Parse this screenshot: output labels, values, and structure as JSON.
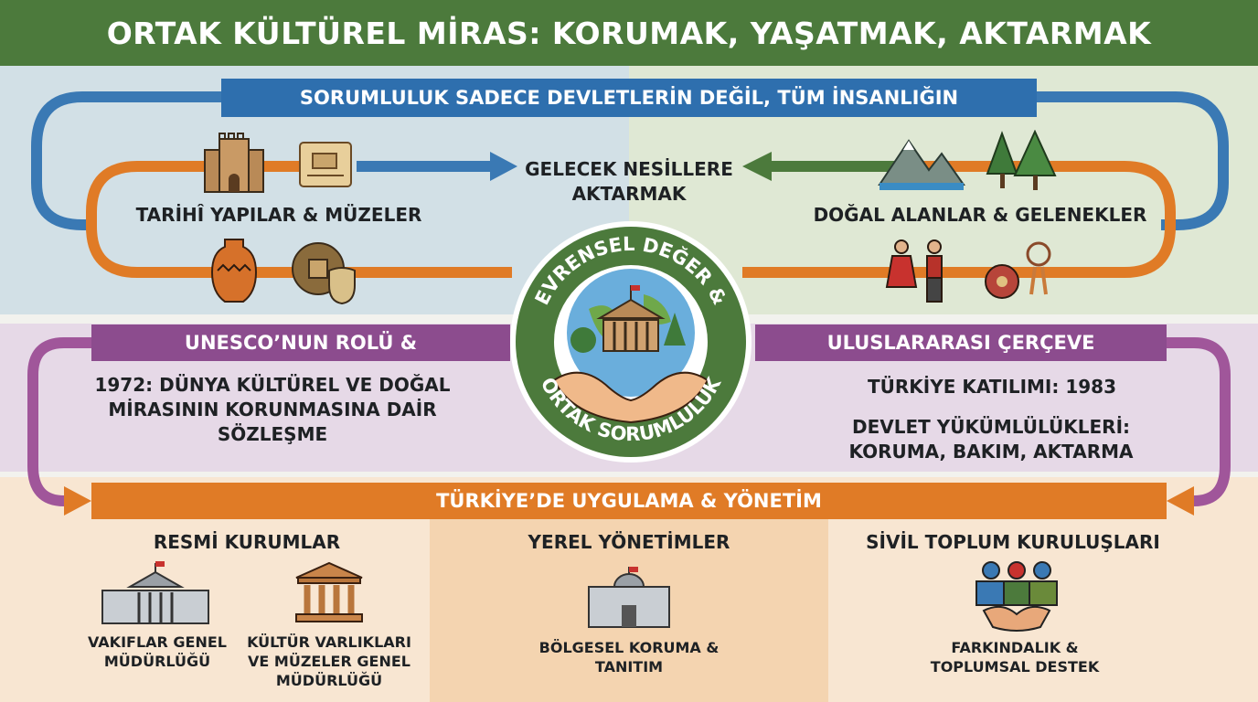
{
  "title": "ORTAK KÜLTÜREL MİRAS: KORUMAK, YAŞATMAK, AKTARMAK",
  "top_banner": "SORUMLULUK SADECE DEVLETLERİN DEĞİL, TÜM İNSANLIĞIN",
  "center_top": "GELECEK NESİLLERE AKTARMAK",
  "left_top_label": "TARİHÎ YAPILAR & MÜZELER",
  "right_top_label": "DOĞAL ALANLAR & GELENEKLER",
  "emblem": {
    "top_text": "EVRENSEL DEĞER &",
    "bottom_text": "ORTAK SORUMLULUK"
  },
  "unesco": {
    "banner": "UNESCO’NUN ROLÜ &",
    "text": "1972: DÜNYA KÜLTÜREL VE DOĞAL MİRASININ KORUNMASINA DAİR SÖZLEŞME"
  },
  "intl": {
    "banner": "ULUSLARARASI ÇERÇEVE",
    "line1": "TÜRKİYE KATILIMI: 1983",
    "line2": "DEVLET YÜKÜMLÜLÜKLERİ: KORUMA, BAKIM, AKTARMA"
  },
  "turkey_banner": "TÜRKİYE’DE UYGULAMA & YÖNETİM",
  "official": {
    "heading": "RESMİ KURUMLAR",
    "item1": "VAKIFLAR GENEL MÜDÜRLÜĞÜ",
    "item2": "KÜLTÜR VARLIKLARI VE MÜZELER GENEL MÜDÜRLÜĞÜ"
  },
  "local": {
    "heading": "YEREL YÖNETİMLER",
    "item": "BÖLGESEL KORUMA & TANITIM"
  },
  "ngo": {
    "heading": "SİVİL TOPLUM KURULUŞLARI",
    "item": "FARKINDALIK & TOPLUMSAL DESTEK"
  },
  "colors": {
    "green": "#4c7a3c",
    "blue": "#2e6fae",
    "purple": "#8c4c8e",
    "orange": "#e07b26"
  },
  "icons": [
    "castle-icon",
    "scroll-icon",
    "amphora-icon",
    "coin-icon",
    "mask-icon",
    "mountains-icon",
    "trees-icon",
    "dancers-icon",
    "dreamcatcher-icon",
    "globe-icon",
    "museum-icon",
    "hands-icon",
    "government-building-icon",
    "temple-icon",
    "city-hall-icon",
    "handshake-icon"
  ]
}
